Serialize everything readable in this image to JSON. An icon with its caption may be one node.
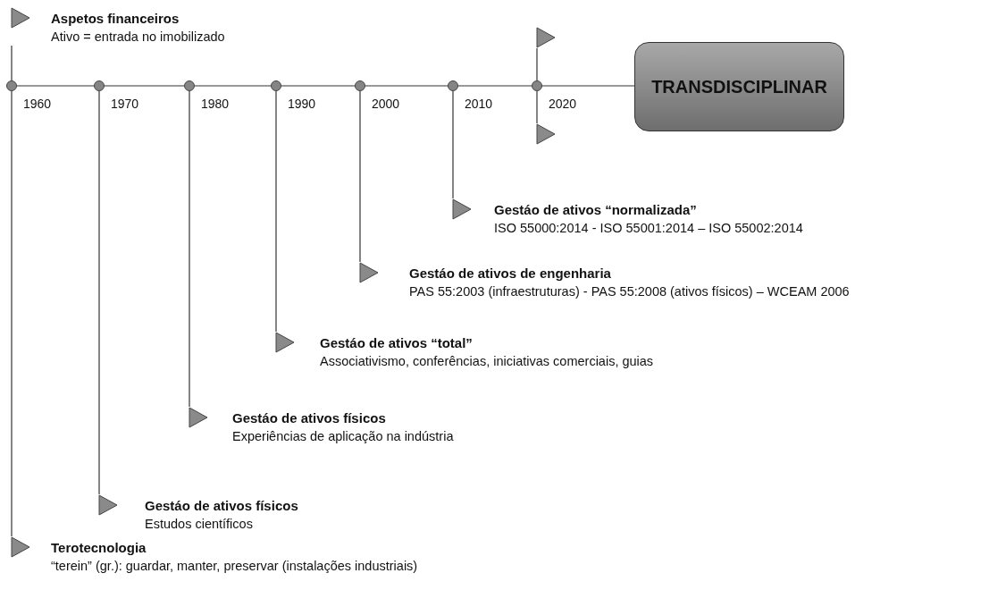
{
  "diagram": {
    "nodes": [
      {
        "text": [],
        "shape": "circle",
        "beside": [
          "1960"
        ]
      },
      {
        "text": [],
        "shape": "circle",
        "beside": [
          "1970"
        ]
      },
      {
        "text": [],
        "shape": "circle",
        "beside": [
          "1980"
        ]
      },
      {
        "text": [],
        "shape": "circle",
        "beside": [
          "1990"
        ]
      },
      {
        "text": [],
        "shape": "circle",
        "beside": [
          "2000"
        ]
      },
      {
        "text": [],
        "shape": "circle",
        "beside": [
          "2010"
        ]
      },
      {
        "text": [],
        "shape": "circle",
        "beside": [
          "2020"
        ]
      },
      {
        "text": [
          "TRANSDISCIPLINAR"
        ]
      },
      {
        "text": [
          "Aspetos financeiros",
          "Ativo = entrada no imobilizado"
        ]
      },
      {
        "text": [
          "Gestáo de ativos “normalizada”",
          "ISO 55000:2014 - ISO 55001:2014 – ISO 55002:2014"
        ]
      },
      {
        "text": [
          "Gestáo de ativos de engenharia",
          "PAS 55:2003 (infraestruturas) - PAS 55:2008 (ativos físicos) – WCEAM 2006"
        ]
      },
      {
        "text": [
          "Gestáo de ativos “total”",
          "Associativismo, conferências, iniciativas comerciais, guias"
        ]
      },
      {
        "text": [
          "Gestáo de ativos físicos",
          "Experiências de aplicação na indústria"
        ]
      },
      {
        "text": [
          "Gestáo de ativos físicos",
          "Estudos científicos"
        ]
      },
      {
        "text": [
          "Terotecnologia",
          "“terein” (gr.): guardar, manter, preservar (instalações industriais)"
        ]
      },
      {
        "text": [],
        "shape": "flag"
      },
      {
        "text": [],
        "shape": "flag"
      }
    ],
    "edges": [
      {
        "from": 0,
        "to": 1,
        "arrow": "none"
      },
      {
        "from": 1,
        "to": 2,
        "arrow": "none"
      },
      {
        "from": 2,
        "to": 3,
        "arrow": "none"
      },
      {
        "from": 3,
        "to": 4,
        "arrow": "none"
      },
      {
        "from": 4,
        "to": 5,
        "arrow": "none"
      },
      {
        "from": 5,
        "to": 6,
        "arrow": "none"
      },
      {
        "from": 6,
        "to": 7,
        "arrow": "none"
      },
      {
        "from": 0,
        "to": 8,
        "arrow": "none"
      },
      {
        "from": 0,
        "to": 14,
        "arrow": "none"
      },
      {
        "from": 1,
        "to": 13,
        "arrow": "none"
      },
      {
        "from": 2,
        "to": 12,
        "arrow": "none"
      },
      {
        "from": 3,
        "to": 11,
        "arrow": "none"
      },
      {
        "from": 4,
        "to": 10,
        "arrow": "none"
      },
      {
        "from": 5,
        "to": 9,
        "arrow": "none"
      },
      {
        "from": 6,
        "to": 15,
        "arrow": "none"
      },
      {
        "from": 6,
        "to": 16,
        "arrow": "none"
      }
    ]
  }
}
